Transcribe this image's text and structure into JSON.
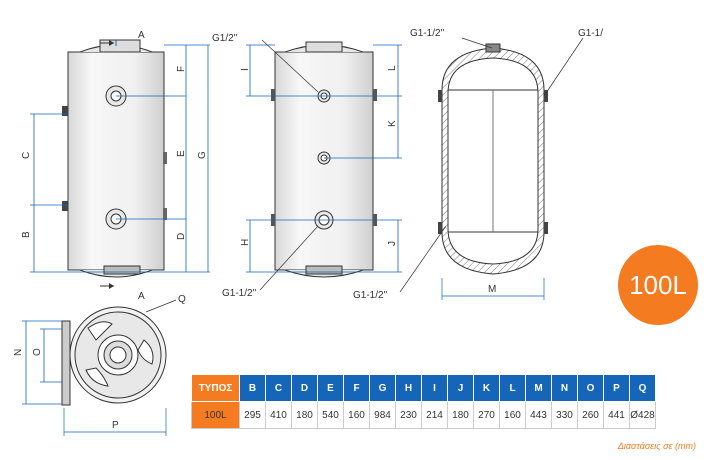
{
  "dims": {
    "A": "A",
    "B": "B",
    "C": "C",
    "D": "D",
    "E": "E",
    "F": "F",
    "G": "G",
    "H": "H",
    "I": "I",
    "J": "J",
    "K": "K",
    "L": "L",
    "M": "M",
    "N": "N",
    "O": "O",
    "P": "P",
    "Q": "Q"
  },
  "fittings": {
    "front_top": "G1/2\"",
    "front_bottom": "G1-1/2\"",
    "section_top_left": "G1-1/2\"",
    "section_top_right": "G1-1/",
    "section_bottom": "G1-1/2\""
  },
  "badge": "100L",
  "table": {
    "type_label": "ΤΥΠΟΣ",
    "columns": [
      "B",
      "C",
      "D",
      "E",
      "F",
      "G",
      "H",
      "I",
      "J",
      "K",
      "L",
      "M",
      "N",
      "O",
      "P",
      "Q"
    ],
    "rows": [
      {
        "model": "100L",
        "values": [
          "295",
          "410",
          "180",
          "540",
          "160",
          "984",
          "230",
          "214",
          "180",
          "270",
          "160",
          "443",
          "330",
          "260",
          "441",
          "Ø428"
        ]
      }
    ]
  },
  "units_note": "Διαστάσεις σε  (mm)",
  "colors": {
    "accent": "#f47b20",
    "table_header": "#1565b8",
    "dim_line": "#1565b8",
    "outline": "#333333"
  }
}
